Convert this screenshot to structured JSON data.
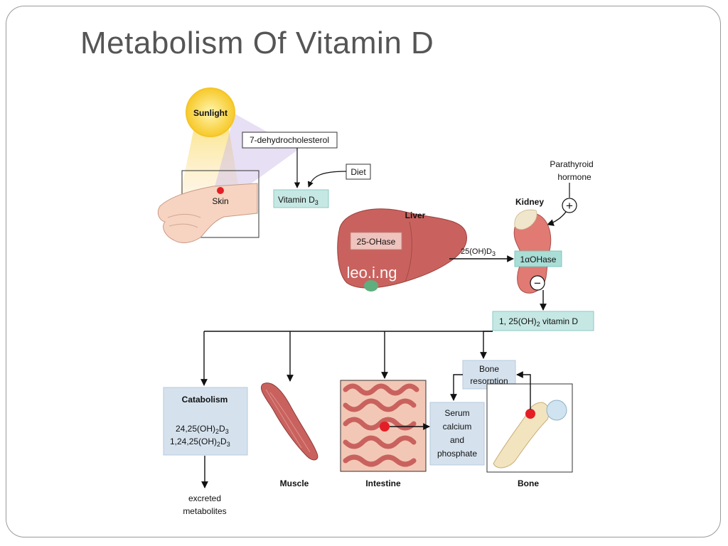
{
  "title": "Metabolism Of Vitamin D",
  "labels": {
    "sunlight": "Sunlight",
    "skin": "Skin",
    "dehydro": "7-dehydrocholesterol",
    "diet": "Diet",
    "vitamin_d3": "Vitamin D",
    "vitamin_d3_sub": "3",
    "liver": "Liver",
    "oh_ase_25": "25-OHase",
    "oh_d3_25": "25(OH)D",
    "oh_d3_25_sub": "3",
    "pth_line1": "Parathyroid",
    "pth_line2": "hormone",
    "kidney": "Kidney",
    "alpha_ohase": "1αOHase",
    "calcitriol_pre": "1, 25(OH)",
    "calcitriol_sub": "2",
    "calcitriol_post": " vitamin D",
    "catabolism": "Catabolism",
    "metab1_a": "24,25(OH)",
    "metab1_b": "2",
    "metab1_c": "D",
    "metab1_d": "3",
    "metab2_a": "1,24,25(OH)",
    "metab2_b": "2",
    "metab2_c": "D",
    "metab2_d": "3",
    "excreted_1": "excreted",
    "excreted_2": "metabolites",
    "muscle": "Muscle",
    "intestine": "Intestine",
    "bone_resorption_1": "Bone",
    "bone_resorption_2": "resorption",
    "serum_1": "Serum",
    "serum_2": "calcium",
    "serum_3": "and",
    "serum_4": "phosphate",
    "bone": "Bone",
    "plus": "+",
    "minus": "−",
    "watermark": "leo.i.ng"
  },
  "colors": {
    "teal_box": "#c6e8e4",
    "blue_box": "#d5e2ee",
    "organ_red": "#c9625e",
    "sun": "#fbd94a",
    "marker": "#e41e26"
  }
}
